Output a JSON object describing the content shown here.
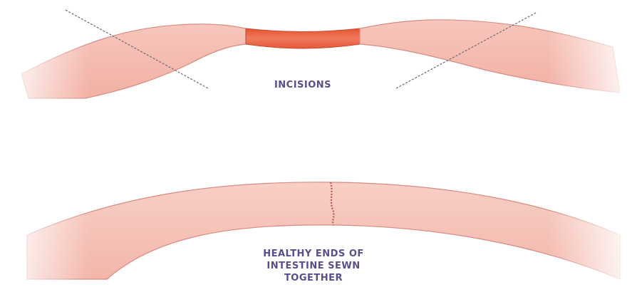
{
  "diagram": {
    "top_panel": {
      "label": "INCISIONS"
    },
    "bottom_panel": {
      "label_lines": [
        "HEALTHY ENDS OF",
        "INTESTINE SEWN",
        "TOGETHER"
      ]
    },
    "colors": {
      "tissue": "#f3b7ac",
      "tissue_edge": "#d68c82",
      "diseased_segment": "#e8684a",
      "incision_line": "#6a6a78",
      "suture": "#b85a52",
      "label_text": "#5a4d8e"
    }
  }
}
